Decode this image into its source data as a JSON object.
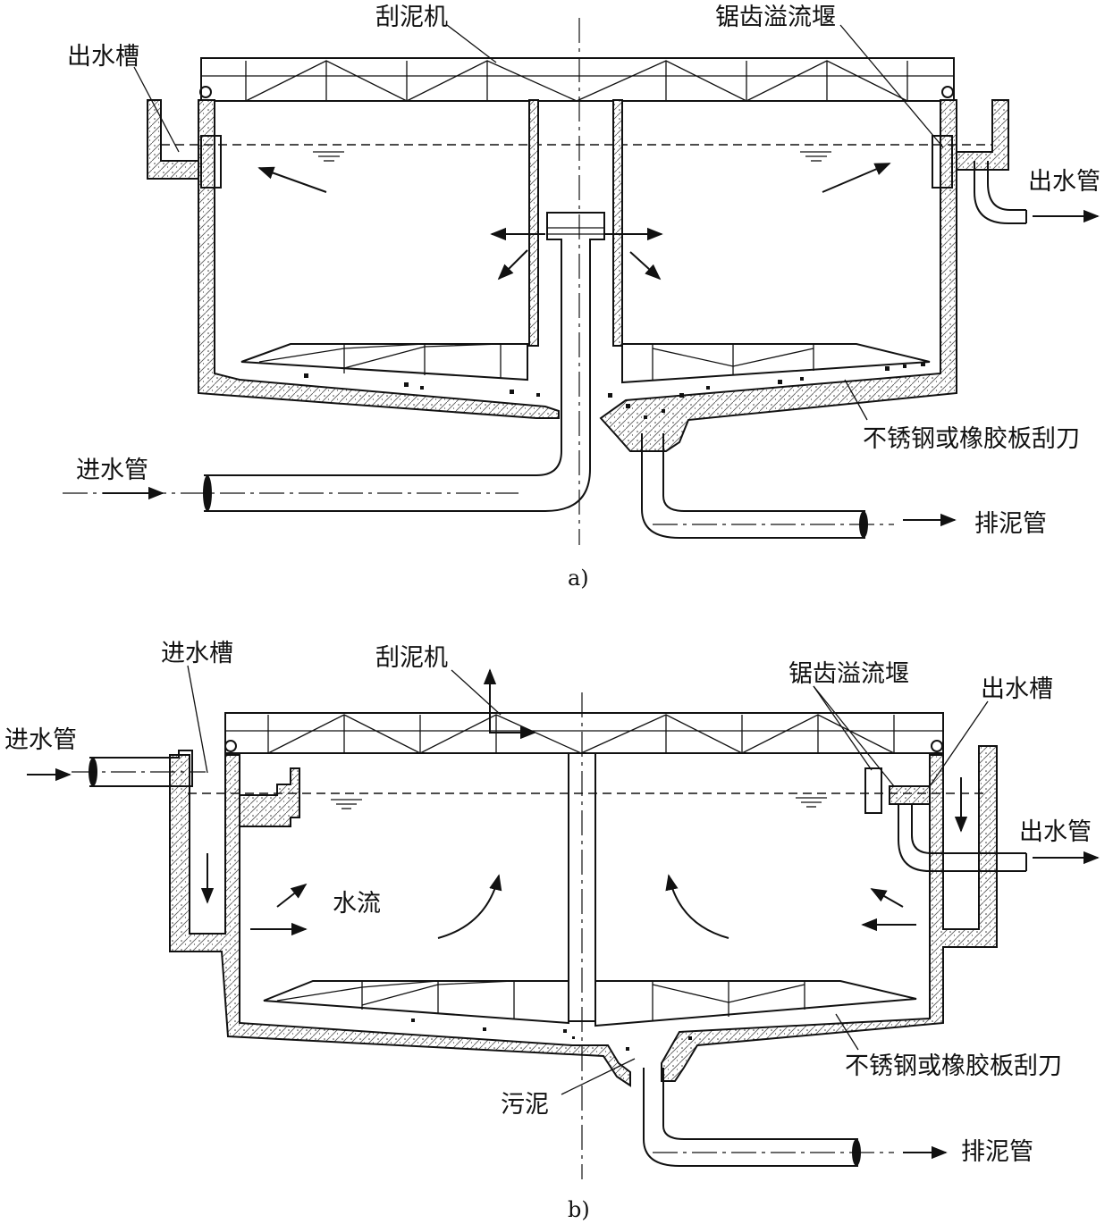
{
  "diagram_a": {
    "caption": "a)",
    "labels": {
      "scraper": "刮泥机",
      "weir": "锯齿溢流堰",
      "outlet_trough": "出水槽",
      "outlet_pipe": "出水管",
      "inlet_pipe": "进水管",
      "blade": "不锈钢或橡胶板刮刀",
      "sludge_pipe": "排泥管"
    }
  },
  "diagram_b": {
    "caption": "b)",
    "labels": {
      "inlet_trough": "进水槽",
      "scraper": "刮泥机",
      "weir": "锯齿溢流堰",
      "outlet_trough": "出水槽",
      "inlet_pipe": "进水管",
      "outlet_pipe": "出水管",
      "water_flow": "水流",
      "blade": "不锈钢或橡胶板刮刀",
      "sludge": "污泥",
      "sludge_pipe": "排泥管"
    }
  },
  "colors": {
    "line": "#111111",
    "background": "#ffffff"
  }
}
